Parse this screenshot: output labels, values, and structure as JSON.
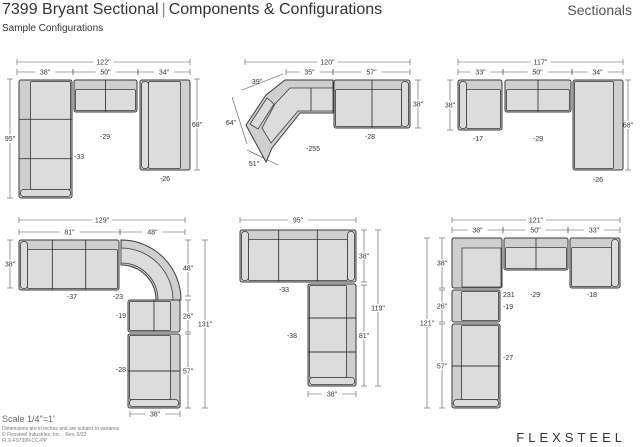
{
  "header": {
    "model": "7399 Bryant Sectional",
    "heading": "Components & Configurations",
    "subtitle": "Sample Configurations",
    "section": "Sectionals"
  },
  "footer": {
    "scale": "Scale 1/4\"=1'",
    "note_1": "Dimensions are in inches and are subject to variance.",
    "note_2": "© Flexsteel Industries, Inc. · Rev. 6/22",
    "note_3": "FLX-F97399-CC-PP",
    "brand": "FLEXSTEEL"
  },
  "configurations": [
    {
      "name": "config-1",
      "dims": [
        "122\"",
        "38\"",
        "50\"",
        "34\"",
        "95\"",
        "68\""
      ],
      "parts": [
        "-29",
        "-33",
        "-26"
      ]
    },
    {
      "name": "config-2",
      "dims": [
        "120\"",
        "39\"",
        "35\"",
        "57\"",
        "64\"",
        "38\"",
        "51\""
      ],
      "parts": [
        "-255",
        "-28"
      ]
    },
    {
      "name": "config-3",
      "dims": [
        "117\"",
        "33\"",
        "50\"",
        "34\"",
        "38\"",
        "68\""
      ],
      "parts": [
        "-17",
        "-29",
        "-26"
      ]
    },
    {
      "name": "config-4",
      "dims": [
        "129\"",
        "81\"",
        "48\"",
        "38\"",
        "48\"",
        "26\"",
        "131\"",
        "57\"",
        "38\""
      ],
      "parts": [
        "-37",
        "-23",
        "-19",
        "-28"
      ]
    },
    {
      "name": "config-5",
      "dims": [
        "95\"",
        "38\"",
        "119\"",
        "81\"",
        "38\""
      ],
      "parts": [
        "-33",
        "-38"
      ]
    },
    {
      "name": "config-6",
      "dims": [
        "121\"",
        "38\"",
        "50\"",
        "33\"",
        "38\"",
        "26\"",
        "121\"",
        "57\""
      ],
      "parts": [
        "231",
        "-29",
        "-18",
        "-19",
        "-27"
      ]
    }
  ]
}
